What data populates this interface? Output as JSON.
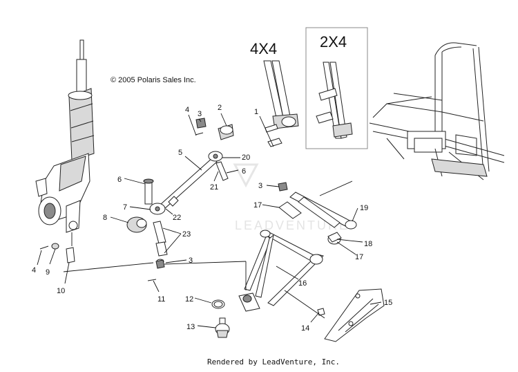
{
  "headers": {
    "fourbyfour": "4X4",
    "twobyfour": "2X4"
  },
  "copyright": "© 2005 Polaris Sales Inc.",
  "watermark": "LEADVENTURE",
  "footer": "Rendered by LeadVenture, Inc.",
  "callouts": {
    "c1": "1",
    "c2": "2",
    "c3a": "3",
    "c3b": "3",
    "c3c": "3",
    "c4a": "4",
    "c4b": "4",
    "c5": "5",
    "c6a": "6",
    "c6b": "6",
    "c7": "7",
    "c8": "8",
    "c9": "9",
    "c10": "10",
    "c11": "11",
    "c12": "12",
    "c13": "13",
    "c14": "14",
    "c15": "15",
    "c16": "16",
    "c17a": "17",
    "c17b": "17",
    "c18": "18",
    "c19": "19",
    "c20": "20",
    "c21": "21",
    "c22": "22",
    "c23": "23"
  }
}
